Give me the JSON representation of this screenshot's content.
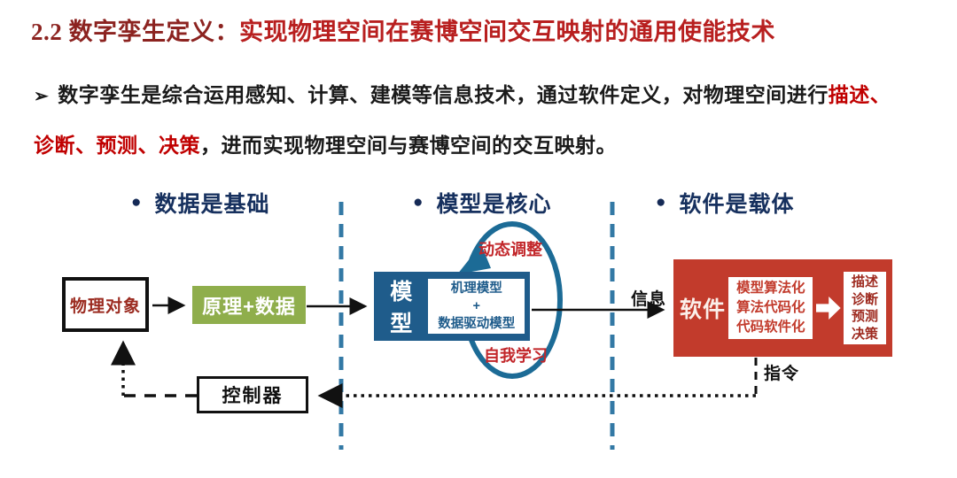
{
  "title": {
    "prefix": "2.2 数字孪生定义：",
    "highlight": "实现物理空间在赛博空间交互映射的通用使能技术"
  },
  "intro": {
    "bullet": "➢",
    "line1_black": "数字孪生是综合运用感知、计算、建模等信息技术，通过软件定义，对物理空间进行",
    "line1_red": "描述、",
    "line2_red": "诊断、预测、决策",
    "line2_black": "，进而实现物理空间与赛博空间的交互映射。"
  },
  "sections": {
    "bullet_glyph": "●",
    "data_label": "数据是基础",
    "model_label": "模型是核心",
    "software_label": "软件是载体"
  },
  "diagram": {
    "physical_object": "物理对象",
    "principle_data": "原理+数据",
    "model_label": "模型",
    "model_inner": {
      "line1": "机理模型",
      "line2": "+",
      "line3": "数据驱动模型"
    },
    "dynamic_adjust": "动态调整",
    "self_learning": "自我学习",
    "info_label": "信息",
    "software_label": "软件",
    "software_steps": {
      "line1": "模型算法化",
      "line2": "算法代码化",
      "line3": "代码软件化"
    },
    "software_outputs": {
      "line1": "描述",
      "line2": "诊断",
      "line3": "预测",
      "line4": "决策"
    },
    "command_label": "指令",
    "controller": "控制器"
  },
  "colors": {
    "title_prefix": "#8C2320",
    "title_highlight": "#B81F1F",
    "body_text": "#1A1A1A",
    "highlight_red": "#C00000",
    "section_navy": "#16305E",
    "divider_blue": "#3379A5",
    "principle_green": "#8FAE4C",
    "model_blue": "#1F5C8B",
    "loop_blue": "#1C6B96",
    "software_red": "#C23B2C",
    "label_red": "#C2262A",
    "line_black": "#111111"
  }
}
